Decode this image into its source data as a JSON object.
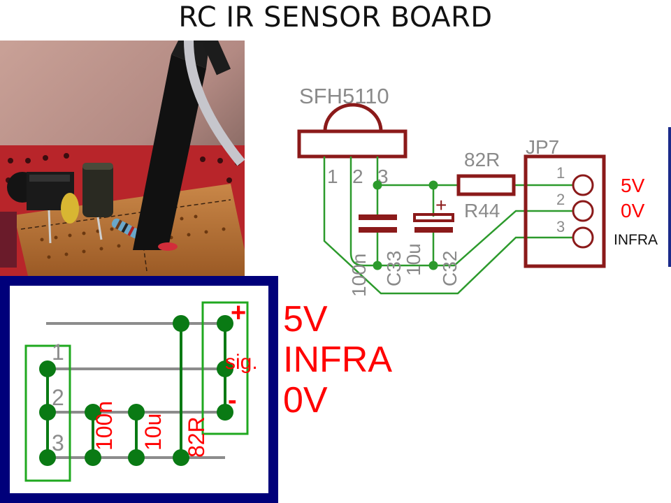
{
  "title": "RC IR SENSOR BOARD",
  "schematic": {
    "sensor_name": "SFH5110",
    "sensor_pins": [
      "1",
      "2",
      "3"
    ],
    "resistor_value": "82R",
    "resistor_name": "R44",
    "connector_name": "JP7",
    "connector_pins": [
      "1",
      "2",
      "3"
    ],
    "cap1_value": "100n",
    "cap1_name": "C33",
    "cap2_value": "10u",
    "cap2_name": "C32",
    "cap2_polarity": "+",
    "net_labels": [
      "5V",
      "0V",
      "INFRA"
    ]
  },
  "pcb": {
    "header_pins": [
      "1",
      "2",
      "3"
    ],
    "sensor_marks": [
      "+",
      "sig.",
      "-"
    ],
    "component_labels": [
      "100n",
      "10u",
      "82R"
    ]
  },
  "right_labels": [
    "5V",
    "INFRA",
    "0V"
  ],
  "colors": {
    "schematic_symbol": "#8b1a1a",
    "schematic_text": "#8a8a8a",
    "wire": "#2c9a2c",
    "net_label": "#ff0000",
    "pcb_border": "#00007a",
    "pcb_pad": "#0a7a14",
    "pcb_track": "#8c8c8c",
    "pcb_outline": "#1fa81f"
  },
  "icons": [
    "photo-of-ir-sensor-board"
  ]
}
